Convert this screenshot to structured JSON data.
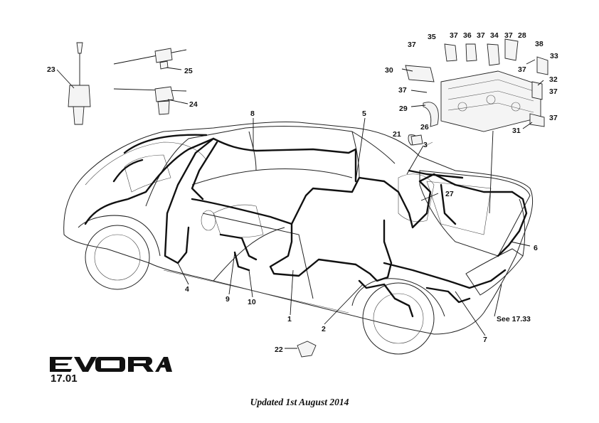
{
  "model_logo": "EVORA",
  "page_number": "17.01",
  "footer": "Updated 1st August 2014",
  "callouts": [
    "1",
    "2",
    "3",
    "4",
    "5",
    "6",
    "7",
    "8",
    "9",
    "10",
    "21",
    "22",
    "23",
    "24",
    "25",
    "26",
    "27",
    "28",
    "29",
    "30",
    "31",
    "32",
    "33",
    "34",
    "35",
    "36",
    "37",
    "38"
  ],
  "see_reference": "See 17.33",
  "colors": {
    "ink": "#111111",
    "background": "#ffffff",
    "part_fill": "#f4f4f4"
  }
}
